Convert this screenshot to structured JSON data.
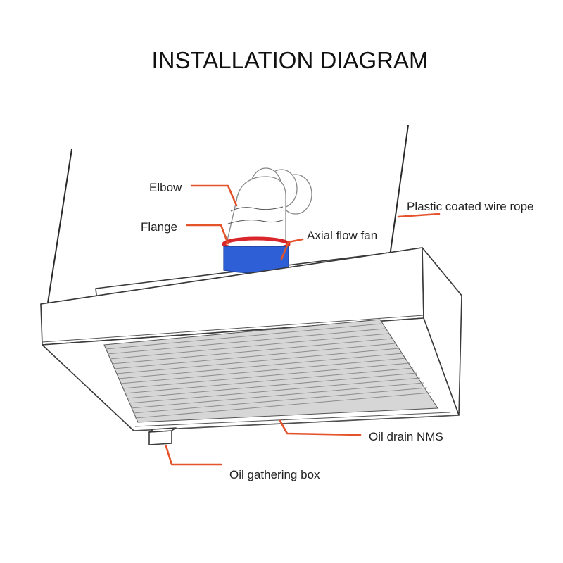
{
  "title": "INSTALLATION DIAGRAM",
  "labels": {
    "elbow": "Elbow",
    "flange": "Flange",
    "axial_flow_fan": "Axial flow fan",
    "plastic_coated_wire_rope": "Plastic coated wire rope",
    "oil_drain_nms": "Oil drain NMS",
    "oil_gathering_box": "Oil gathering box"
  },
  "colors": {
    "leader": "#e5532b",
    "fan_blue": "#2f5fd6",
    "flange_red": "#d8262b",
    "outline": "#3a3a3a"
  }
}
